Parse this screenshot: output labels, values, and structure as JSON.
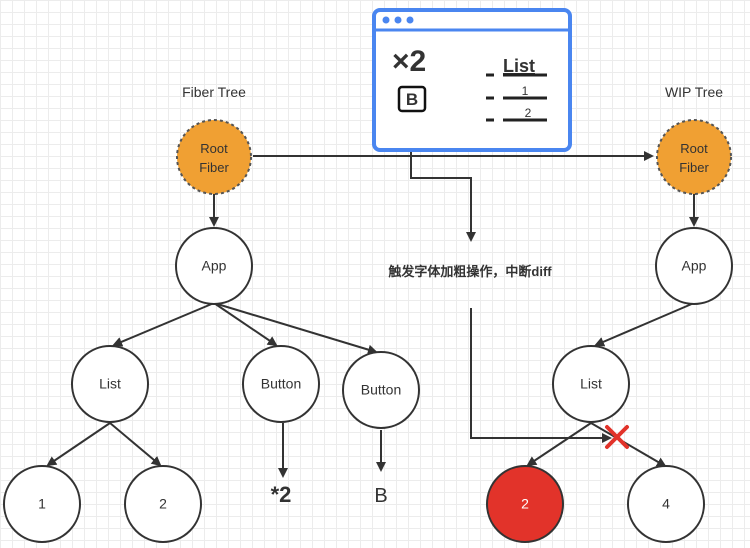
{
  "fiber_tree": {
    "title": "Fiber Tree",
    "root_line1": "Root",
    "root_line2": "Fiber",
    "app": "App",
    "list": "List",
    "button1": "Button",
    "button2": "Button",
    "leaf1": "1",
    "leaf2": "2",
    "button1_output": "*2",
    "button2_output": "B"
  },
  "wip_tree": {
    "title": "WIP Tree",
    "root_line1": "Root",
    "root_line2": "Fiber",
    "app": "App",
    "list": "List",
    "leaf_red": "2",
    "leaf4": "4"
  },
  "ui_window": {
    "counter": "×2",
    "bold_button": "B",
    "list_title": "List",
    "item1": "1",
    "item2": "2"
  },
  "annotation": "触发字体加粗操作，中断diff",
  "colors": {
    "root_fill": "#f0a033",
    "red_node": "#e2332a",
    "window_border": "#4a86f0",
    "stroke": "#333333"
  }
}
